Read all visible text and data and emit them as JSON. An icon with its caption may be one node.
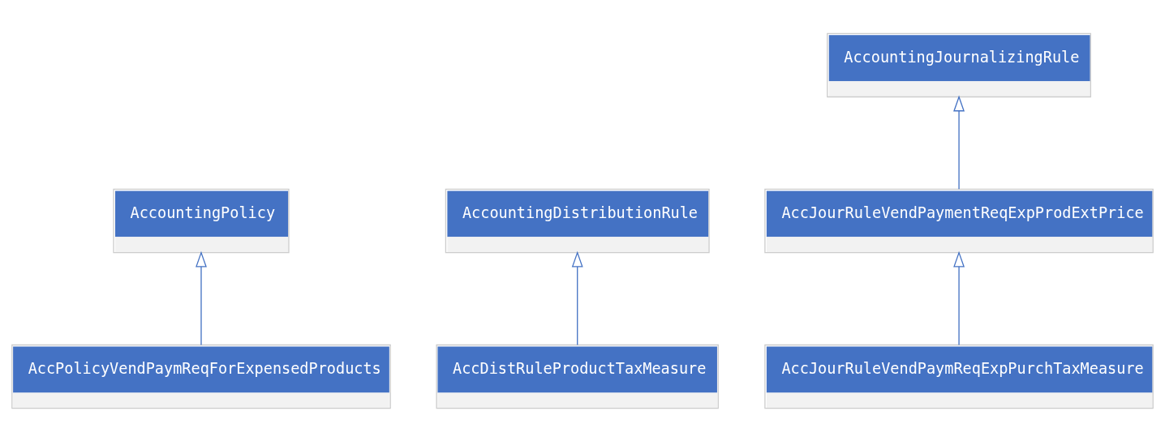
{
  "diagram": {
    "nodes": [
      {
        "text": [
          "AccountingPolicy"
        ]
      },
      {
        "text": [
          "AccountingDistributionRule"
        ]
      },
      {
        "text": [
          "AccountingJournalizingRule"
        ]
      },
      {
        "text": [
          "AccPolicyVendPaymReqForExpensedProducts"
        ]
      },
      {
        "text": [
          "AccDistRuleProductTaxMeasure"
        ]
      },
      {
        "text": [
          "AccJourRuleVendPaymentReqExpProdExtPrice"
        ]
      },
      {
        "text": [
          "AccJourRuleVendPaymReqExpPurchTaxMeasure"
        ]
      }
    ],
    "edges": [
      {
        "from": 3,
        "to": 0,
        "arrow": "to"
      },
      {
        "from": 4,
        "to": 1,
        "arrow": "to"
      },
      {
        "from": 5,
        "to": 2,
        "arrow": "to"
      },
      {
        "from": 6,
        "to": 5,
        "arrow": "to"
      }
    ]
  }
}
